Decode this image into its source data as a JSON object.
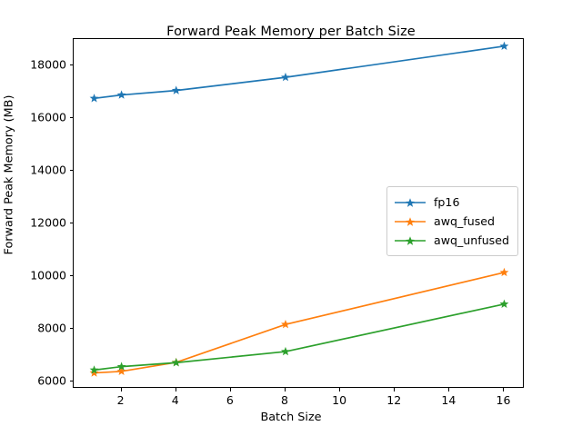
{
  "chart_data": {
    "type": "line",
    "title": "Forward Peak Memory per Batch Size",
    "xlabel": "Batch Size",
    "ylabel": "Forward Peak Memory (MB)",
    "x": [
      1,
      2,
      4,
      8,
      16
    ],
    "xlim": [
      0.25,
      16.75
    ],
    "ylim": [
      5740,
      19000
    ],
    "xticks": [
      2,
      4,
      6,
      8,
      10,
      12,
      14,
      16
    ],
    "yticks": [
      6000,
      8000,
      10000,
      12000,
      14000,
      16000,
      18000
    ],
    "xtick_labels": [
      "2",
      "4",
      "6",
      "8",
      "10",
      "12",
      "14",
      "16"
    ],
    "ytick_labels": [
      "6000",
      "8000",
      "10000",
      "12000",
      "14000",
      "16000",
      "18000"
    ],
    "grid": false,
    "legend_position": "center right",
    "marker": "star",
    "series": [
      {
        "name": "fp16",
        "color": "#1f77b4",
        "values": [
          16750,
          16880,
          17050,
          17550,
          18730
        ]
      },
      {
        "name": "awq_fused",
        "color": "#ff7f0e",
        "values": [
          6340,
          6400,
          6740,
          8180,
          10150
        ]
      },
      {
        "name": "awq_unfused",
        "color": "#2ca02c",
        "values": [
          6450,
          6580,
          6730,
          7150,
          8950
        ]
      }
    ]
  },
  "legend": {
    "items": [
      {
        "label": "fp16"
      },
      {
        "label": "awq_fused"
      },
      {
        "label": "awq_unfused"
      }
    ]
  }
}
